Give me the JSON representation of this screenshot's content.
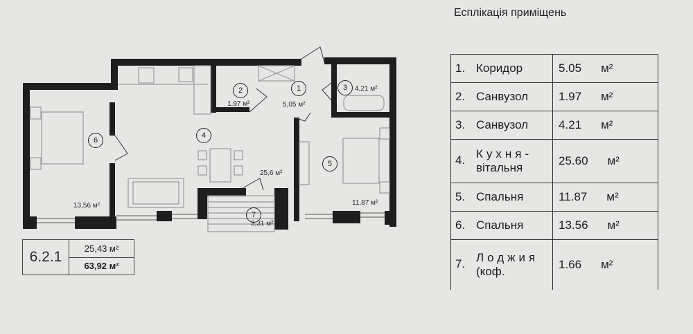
{
  "floorplan": {
    "rooms": [
      {
        "id": "1",
        "area_label": "5,05 м²"
      },
      {
        "id": "2",
        "area_label": "1,97 м²"
      },
      {
        "id": "3",
        "area_label": "4,21 м²"
      },
      {
        "id": "4",
        "area_label": "25,6 м²"
      },
      {
        "id": "5",
        "area_label": "11,87 м²"
      },
      {
        "id": "6",
        "area_label": "13,56 м²"
      },
      {
        "id": "7",
        "area_label": "3,31 м²"
      }
    ],
    "summary": {
      "apartment_code": "6.2.1",
      "living_area": "25,43 м²",
      "total_area": "63,92 м²"
    }
  },
  "explication": {
    "title": "Есплікація приміщень",
    "rows": [
      {
        "num": "1.",
        "name": "Коридор",
        "area": "5.05",
        "unit": "м²"
      },
      {
        "num": "2.",
        "name": "Санвузол",
        "area": "1.97",
        "unit": "м²"
      },
      {
        "num": "3.",
        "name": "Санвузол",
        "area": "4.21",
        "unit": "м²"
      },
      {
        "num": "4.",
        "name_line1": "Кухня-",
        "name_line2": "вітальня",
        "area": "25.60",
        "unit": "м²"
      },
      {
        "num": "5.",
        "name": "Спальня",
        "area": "11.87",
        "unit": "м²"
      },
      {
        "num": "6.",
        "name": "Спальня",
        "area": "13.56",
        "unit": "м²"
      },
      {
        "num": "7.",
        "name_line1": "Лоджия",
        "name_line2": "(коф.",
        "area": "1.66",
        "unit": "м²"
      }
    ]
  },
  "colors": {
    "wall": "#1e1e1e",
    "paper": "#e6e6e4",
    "furniture": "#9a9a9a"
  }
}
